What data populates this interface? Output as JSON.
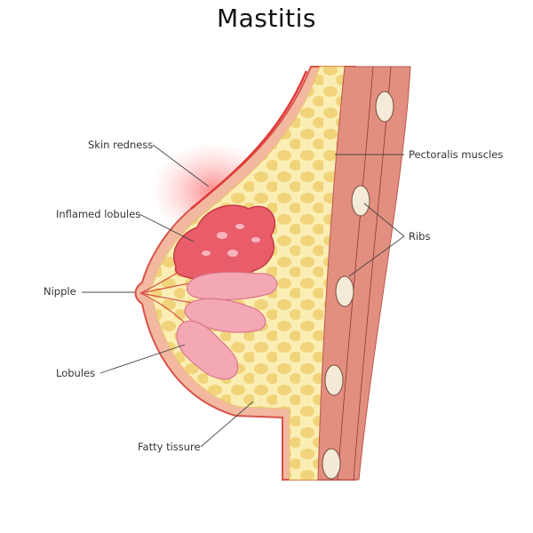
{
  "title": "Mastitis",
  "labels": {
    "skin_redness": "Skin redness",
    "inflamed_lobules": "Inflamed lobules",
    "nipple": "Nipple",
    "lobules": "Lobules",
    "fatty_tissue": "Fatty tissure",
    "pectoralis_muscles": "Pectoralis muscles",
    "ribs": "Ribs"
  },
  "colors": {
    "skin": "#f2b9a0",
    "skin_outline": "#d9534a",
    "fat": "#fbe9a8",
    "fat_cell": "#f1d37a",
    "muscle": "#e28f7f",
    "muscle_dark": "#d77a6a",
    "inflamed": "#e95d6a",
    "lobule": "#f4a7b4",
    "rib": "#f3ead8",
    "redness_glow": "#ff3b3b"
  }
}
